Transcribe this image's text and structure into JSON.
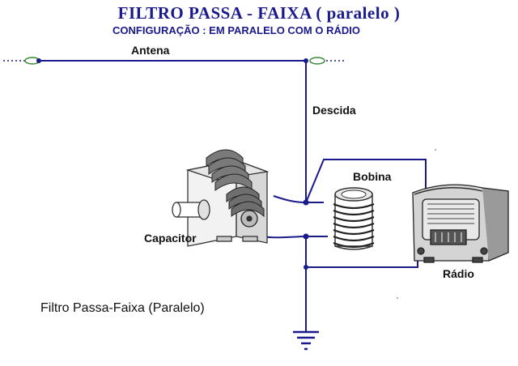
{
  "diagram": {
    "title": "FILTRO PASSA - FAIXA  ( paralelo )",
    "subtitle": "CONFIGURAÇÃO : EM PARALELO COM O RÁDIO",
    "labels": {
      "antenna": "Antena",
      "downlead": "Descida",
      "coil": "Bobina",
      "capacitor": "Capacitor",
      "radio": "Rádio"
    },
    "caption": "Filtro Passa-Faixa (Paralelo)"
  },
  "colors": {
    "wire": "#1a1a8c",
    "title": "#1a1a8c",
    "insulator": "#3a8a3a",
    "drawing": "#333333"
  }
}
